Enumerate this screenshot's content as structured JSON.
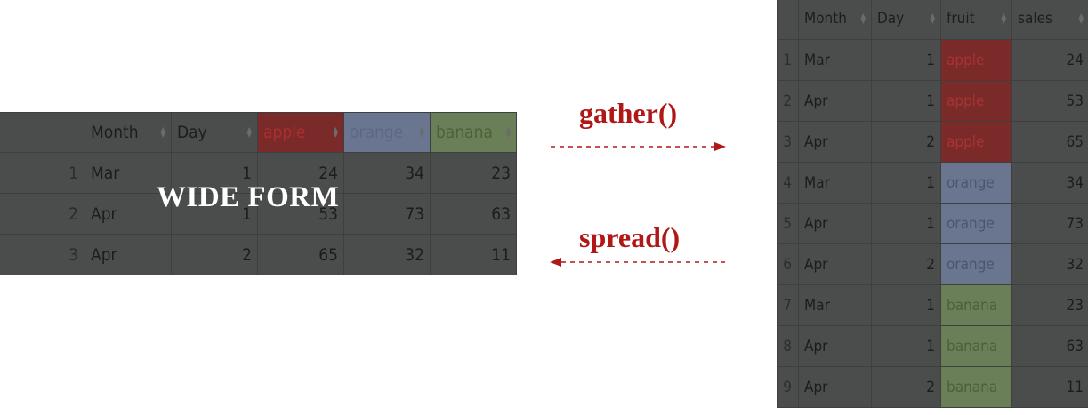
{
  "overlay": {
    "label": "WIDE FORM"
  },
  "operations": {
    "gather": "gather()",
    "spread": "spread()"
  },
  "colors": {
    "apple": "#7b2a2a",
    "orange": "#6a7690",
    "banana": "#6a7f57",
    "arrow": "#b01818",
    "table_bg": "#4b4d4c"
  },
  "wide_table": {
    "headers": [
      "",
      "Month",
      "Day",
      "apple",
      "orange",
      "banana"
    ],
    "rows": [
      {
        "idx": "1",
        "month": "Mar",
        "day": "1",
        "apple": "24",
        "orange": "34",
        "banana": "23"
      },
      {
        "idx": "2",
        "month": "Apr",
        "day": "1",
        "apple": "53",
        "orange": "73",
        "banana": "63"
      },
      {
        "idx": "3",
        "month": "Apr",
        "day": "2",
        "apple": "65",
        "orange": "32",
        "banana": "11"
      }
    ]
  },
  "long_table": {
    "headers": [
      "",
      "Month",
      "Day",
      "fruit",
      "sales"
    ],
    "rows": [
      {
        "idx": "1",
        "month": "Mar",
        "day": "1",
        "fruit": "apple",
        "sales": "24"
      },
      {
        "idx": "2",
        "month": "Apr",
        "day": "1",
        "fruit": "apple",
        "sales": "53"
      },
      {
        "idx": "3",
        "month": "Apr",
        "day": "2",
        "fruit": "apple",
        "sales": "65"
      },
      {
        "idx": "4",
        "month": "Mar",
        "day": "1",
        "fruit": "orange",
        "sales": "34"
      },
      {
        "idx": "5",
        "month": "Apr",
        "day": "1",
        "fruit": "orange",
        "sales": "73"
      },
      {
        "idx": "6",
        "month": "Apr",
        "day": "2",
        "fruit": "orange",
        "sales": "32"
      },
      {
        "idx": "7",
        "month": "Mar",
        "day": "1",
        "fruit": "banana",
        "sales": "23"
      },
      {
        "idx": "8",
        "month": "Apr",
        "day": "1",
        "fruit": "banana",
        "sales": "63"
      },
      {
        "idx": "9",
        "month": "Apr",
        "day": "2",
        "fruit": "banana",
        "sales": "11"
      }
    ]
  }
}
